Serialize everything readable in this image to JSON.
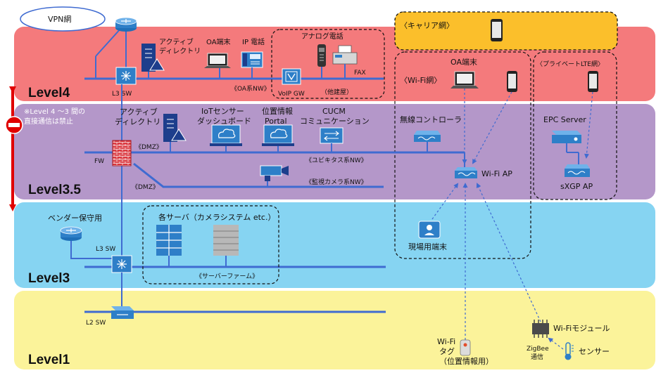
{
  "levels": {
    "level4": "Level4",
    "level35": "Level3.5",
    "level3": "Level3",
    "level1": "Level1"
  },
  "vpn": "VPN網",
  "warning": {
    "line1": "※Level 4 〜3 間の",
    "line2": "直接通信は禁止"
  },
  "level4": {
    "l3sw": "L3 SW",
    "ad_line1": "アクティブ",
    "ad_line2": "ディレクトリ",
    "oa_terminal": "OA端末",
    "ip_phone": "IP 電話",
    "analog_phone": "アナログ電話",
    "fax": "FAX",
    "voip_gw": "VoIP GW",
    "other_building": "（他建屋）",
    "oa_nw": "《OA系NW》"
  },
  "level35": {
    "fw": "FW",
    "ad_line1": "アクティブ",
    "ad_line2": "ディレクトリ",
    "dmz1": "《DMZ》",
    "dmz2": "《DMZ》",
    "iot_line1": "IoTセンサー",
    "iot_line2": "ダッシュボード",
    "pos_line1": "位置情報",
    "pos_line2": "Portal",
    "cucm_line1": "CUCM",
    "cucm_line2": "コミュニケーション",
    "ubiq_nw": "《ユビキタス系NW》",
    "camera_nw": "《監視カメラ系NW》"
  },
  "level3": {
    "vendor": "ベンダー保守用",
    "l3sw": "L3 SW",
    "servers": "各サーバ（カメラシステム etc.）",
    "farm": "《サーバーファーム》"
  },
  "level1": {
    "l2sw": "L2 SW"
  },
  "carrier": {
    "title": "〈キャリア網〉"
  },
  "wifi": {
    "oa_terminal": "OA端末",
    "title": "〈Wi-Fi網〉",
    "controller": "無線コントローラ",
    "ap": "Wi-Fi AP",
    "site_terminal": "現場用端末"
  },
  "lte": {
    "title": "〈プライベートLTE網〉",
    "epc": "EPC Server",
    "sxgp": "sXGP AP"
  },
  "field": {
    "tag_line1": "Wi-Fi",
    "tag_line2": "タグ",
    "tag_line3": "（位置情報用）",
    "module": "Wi-Fiモジュール",
    "zigbee_line1": "ZigBee",
    "zigbee_line2": "通信",
    "sensor": "センサー"
  },
  "colors": {
    "level4_band": "#f47a7c",
    "level35_band": "#b497c9",
    "level3_band": "#86d4f2",
    "level1_band": "#fbf39a",
    "carrier_fill": "#fbbf2b",
    "network_line": "#3f6bd1",
    "device_blue": "#2e7fc8",
    "warning_red": "#e00000"
  }
}
